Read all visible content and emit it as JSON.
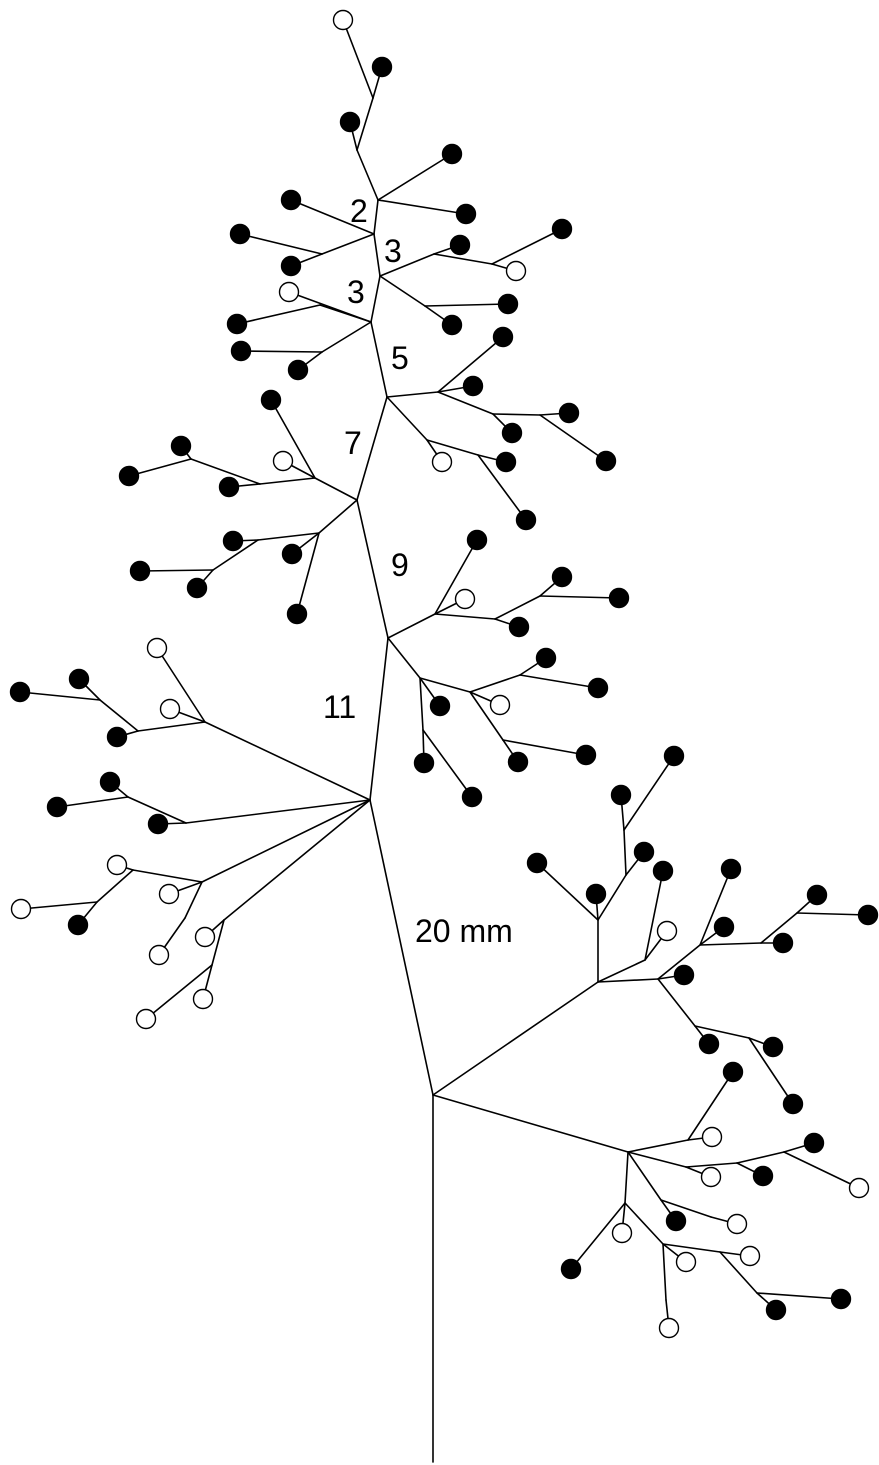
{
  "segment_labels": [
    "2",
    "3",
    "3",
    "5",
    "7",
    "9",
    "11",
    "20 mm"
  ],
  "colors": {
    "line": "#000000",
    "filled_fruit": "#000000",
    "open_fruit": "#ffffff",
    "background": "#ffffff"
  }
}
